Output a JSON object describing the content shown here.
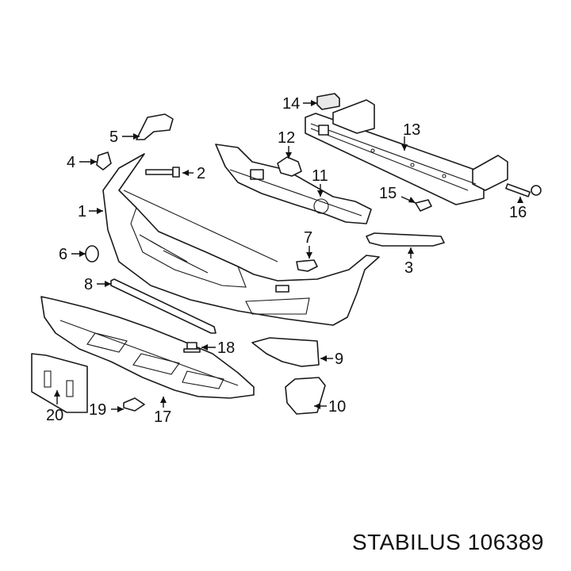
{
  "diagram": {
    "callouts": [
      {
        "id": "1",
        "label": "1"
      },
      {
        "id": "2",
        "label": "2"
      },
      {
        "id": "3",
        "label": "3"
      },
      {
        "id": "4",
        "label": "4"
      },
      {
        "id": "5",
        "label": "5"
      },
      {
        "id": "6",
        "label": "6"
      },
      {
        "id": "7",
        "label": "7"
      },
      {
        "id": "8",
        "label": "8"
      },
      {
        "id": "9",
        "label": "9"
      },
      {
        "id": "10",
        "label": "10"
      },
      {
        "id": "11",
        "label": "11"
      },
      {
        "id": "12",
        "label": "12"
      },
      {
        "id": "13",
        "label": "13"
      },
      {
        "id": "14",
        "label": "14"
      },
      {
        "id": "15",
        "label": "15"
      },
      {
        "id": "16",
        "label": "16"
      },
      {
        "id": "17",
        "label": "17"
      },
      {
        "id": "18",
        "label": "18"
      },
      {
        "id": "19",
        "label": "19"
      },
      {
        "id": "20",
        "label": "20"
      }
    ],
    "caption": "STABILUS 106389"
  }
}
